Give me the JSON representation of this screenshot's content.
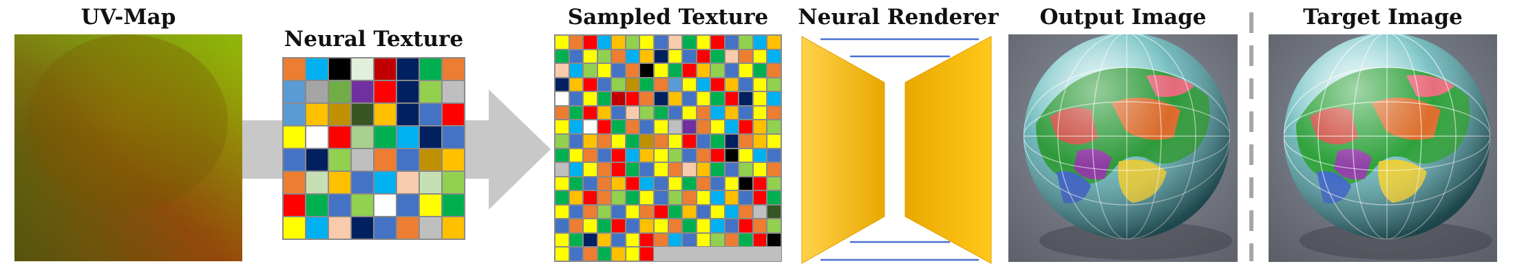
{
  "labels": {
    "uv_map": "UV-Map",
    "neural_texture": "Neural Texture",
    "sampled_texture": "Sampled Texture",
    "neural_renderer": "Neural Renderer",
    "output_image": "Output Image",
    "target_image": "Target Image"
  },
  "colors": {
    "renderer_fill": "#F5B800",
    "renderer_light": "#FFD24A",
    "renderer_lines": "#4A6FD0",
    "arrow_fill": "#C8C8C8",
    "divider": "#A6A6A6"
  },
  "neural_texture_palette": [
    "#ED7D31",
    "#00B0F0",
    "#000000",
    "#E2EFDA",
    "#C00000",
    "#002060",
    "#00B050",
    "#ED7D31",
    "#5B9BD5",
    "#A5A5A5",
    "#70AD47",
    "#7030A0",
    "#FF0000",
    "#002060",
    "#92D050",
    "#BFBFBF",
    "#5B9BD5",
    "#FFC000",
    "#BF9000",
    "#375623",
    "#FFC000",
    "#002060",
    "#4472C4",
    "#FF0000",
    "#FFFF00",
    "#FFFFFF",
    "#FF0000",
    "#A9D08E",
    "#00B050",
    "#00B0F0",
    "#002060",
    "#4472C4",
    "#4472C4",
    "#002060",
    "#92D050",
    "#BFBFBF",
    "#ED7D31",
    "#4472C4",
    "#BF9000",
    "#FFC000",
    "#ED7D31",
    "#C6E0B4",
    "#FFC000",
    "#4472C4",
    "#00B0F0",
    "#F8CBAD",
    "#C6E0B4",
    "#92D050",
    "#FF0000",
    "#00B050",
    "#4472C4",
    "#92D050",
    "#FFFFFF",
    "#4472C4",
    "#FFFF00",
    "#00B050",
    "#FFFF00",
    "#00B0F0",
    "#F8CBAD",
    "#002060",
    "#4472C4",
    "#ED7D31",
    "#BFBFBF",
    "#FFC000"
  ],
  "sampled_texture_palette": [
    "#FFFF00",
    "#ED7D31",
    "#FF0000",
    "#00B0F0",
    "#FFC000",
    "#92D050",
    "#FFFF00",
    "#4472C4",
    "#F8CBAD",
    "#00B050",
    "#FFFF00",
    "#FF0000",
    "#4472C4",
    "#92D050",
    "#00B0F0",
    "#FFC000",
    "#00B050",
    "#4472C4",
    "#FFFF00",
    "#92D050",
    "#ED7D31",
    "#00B0F0",
    "#FFC000",
    "#002060",
    "#FFFF00",
    "#4472C4",
    "#FF0000",
    "#00B050",
    "#F8CBAD",
    "#ED7D31",
    "#FFFF00",
    "#00B0F0",
    "#F8CBAD",
    "#00B0F0",
    "#92D050",
    "#FFFF00",
    "#4472C4",
    "#ED7D31",
    "#000000",
    "#FFFF00",
    "#00B050",
    "#FF0000",
    "#FFC000",
    "#92D050",
    "#4472C4",
    "#FFFF00",
    "#00B050",
    "#ED7D31",
    "#002060",
    "#FFC000",
    "#FF0000",
    "#4472C4",
    "#92D050",
    "#BF9000",
    "#00B050",
    "#ED7D31",
    "#5B9BD5",
    "#FFFF00",
    "#00B0F0",
    "#FF0000",
    "#FFC000",
    "#4472C4",
    "#FFFF00",
    "#92D050",
    "#FFFFFF",
    "#4472C4",
    "#FFFF00",
    "#00B050",
    "#C00000",
    "#FF0000",
    "#ED7D31",
    "#002060",
    "#FFC000",
    "#4472C4",
    "#FFFF00",
    "#00B050",
    "#FF0000",
    "#002060",
    "#FFFF00",
    "#00B0F0",
    "#ED7D31",
    "#00B050",
    "#FF0000",
    "#FFC000",
    "#4472C4",
    "#F8CBAD",
    "#92D050",
    "#00B050",
    "#4472C4",
    "#FFFF00",
    "#ED7D31",
    "#00B0F0",
    "#FFC000",
    "#4472C4",
    "#FFFF00",
    "#ED7D31",
    "#FFFF00",
    "#00B0F0",
    "#FFFFFF",
    "#FF0000",
    "#00B050",
    "#ED7D31",
    "#4472C4",
    "#FFFF00",
    "#BFBFBF",
    "#7030A0",
    "#ED7D31",
    "#FFFF00",
    "#00B0F0",
    "#FF0000",
    "#FFC000",
    "#92D050",
    "#92D050",
    "#4472C4",
    "#FFC000",
    "#ED7D31",
    "#FFFF00",
    "#00B050",
    "#BF9000",
    "#ED7D31",
    "#FFFF00",
    "#FF0000",
    "#4472C4",
    "#00B050",
    "#002060",
    "#ED7D31",
    "#FFC000",
    "#FFFF00",
    "#00B050",
    "#FFFF00",
    "#ED7D31",
    "#4472C4",
    "#FF0000",
    "#00B0F0",
    "#FFC000",
    "#FFFF00",
    "#92D050",
    "#4472C4",
    "#ED7D31",
    "#FF0000",
    "#000000",
    "#FFFF00",
    "#00B0F0",
    "#4472C4",
    "#BFBFBF",
    "#00B0F0",
    "#FFFF00",
    "#ED7D31",
    "#FF0000",
    "#00B050",
    "#4472C4",
    "#FFFF00",
    "#ED7D31",
    "#F8CBAD",
    "#FFC000",
    "#00B050",
    "#4472C4",
    "#92D050",
    "#FFFF00",
    "#ED7D31",
    "#FFFF00",
    "#00B050",
    "#4472C4",
    "#ED7D31",
    "#FFC000",
    "#FF0000",
    "#00B0F0",
    "#4472C4",
    "#FFFF00",
    "#00B050",
    "#ED7D31",
    "#4472C4",
    "#FFFF00",
    "#000000",
    "#FF0000",
    "#92D050",
    "#00B050",
    "#FFC000",
    "#FF0000",
    "#ED7D31",
    "#92D050",
    "#00B050",
    "#FFFF00",
    "#4472C4",
    "#92D050",
    "#ED7D31",
    "#FFFF00",
    "#00B0F0",
    "#FFC000",
    "#4472C4",
    "#FF0000",
    "#00B050",
    "#FFFF00",
    "#4472C4",
    "#ED7D31",
    "#92D050",
    "#4472C4",
    "#FFFF00",
    "#ED7D31",
    "#FF0000",
    "#00B050",
    "#FFC000",
    "#4472C4",
    "#FFFF00",
    "#00B0F0",
    "#ED7D31",
    "#BFBFBF",
    "#375623",
    "#4472C4",
    "#ED7D31",
    "#FFFF00",
    "#00B050",
    "#FF0000",
    "#4472C4",
    "#FFC000",
    "#FFFF00",
    "#ED7D31",
    "#00B050",
    "#FFFF00",
    "#00B0F0",
    "#4472C4",
    "#FF0000",
    "#ED7D31",
    "#92D050",
    "#FFFF00",
    "#00B050",
    "#002060",
    "#FFC000",
    "#4472C4",
    "#FFFF00",
    "#FF0000",
    "#ED7D31",
    "#00B0F0",
    "#4472C4",
    "#FFFF00",
    "#92D050",
    "#ED7D31",
    "#00B050",
    "#FF0000",
    "#000000",
    "#FFFF00",
    "#4472C4",
    "#ED7D31",
    "#00B050",
    "#FFC000",
    "#FFFF00",
    "#FF0000"
  ]
}
